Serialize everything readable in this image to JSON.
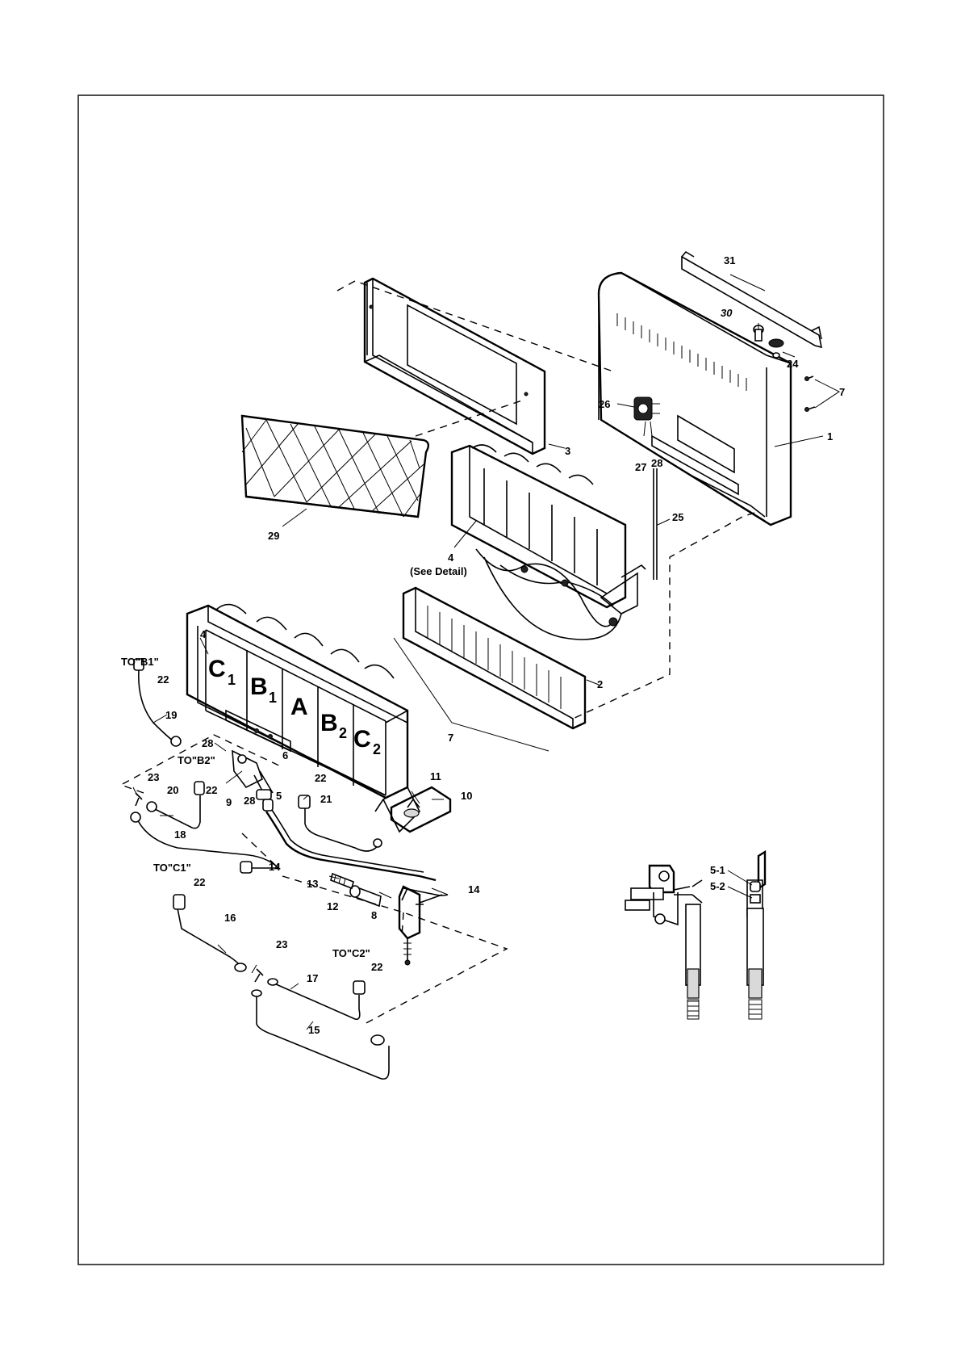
{
  "callouts": {
    "c1": "1",
    "c2": "2",
    "c3": "3",
    "c4a": "4",
    "c4a_sub": "(See Detail)",
    "c4b": "4",
    "c5": "5",
    "c5_1": "5-1",
    "c5_2": "5-2",
    "c6": "6",
    "c7a": "7",
    "c7b": "7",
    "c8": "8",
    "c9": "9",
    "c10": "10",
    "c11": "11",
    "c12": "12",
    "c13": "13",
    "c14a": "14",
    "c14b": "14",
    "c15": "15",
    "c16": "16",
    "c17": "17",
    "c18": "18",
    "c19": "19",
    "c20": "20",
    "c21": "21",
    "c22a": "22",
    "c22b": "22",
    "c22c": "22",
    "c22d": "22",
    "c22e": "22",
    "c23a": "23",
    "c23b": "23",
    "c24": "24",
    "c25": "25",
    "c26": "26",
    "c27": "27",
    "c28a": "28",
    "c28b": "28",
    "c28c": "28",
    "c29": "29",
    "c30": "30",
    "c31": "31"
  },
  "connection_labels": {
    "to_b1": "TO\"B1\"",
    "to_b2": "TO\"B2\"",
    "to_c1": "TO\"C1\"",
    "to_c2": "TO\"C2\""
  },
  "burner_panels": {
    "c1": {
      "main": "C",
      "sub": "1"
    },
    "b1": {
      "main": "B",
      "sub": "1"
    },
    "a": {
      "main": "A",
      "sub": ""
    },
    "b2": {
      "main": "B",
      "sub": "2"
    },
    "c2": {
      "main": "C",
      "sub": "2"
    }
  }
}
